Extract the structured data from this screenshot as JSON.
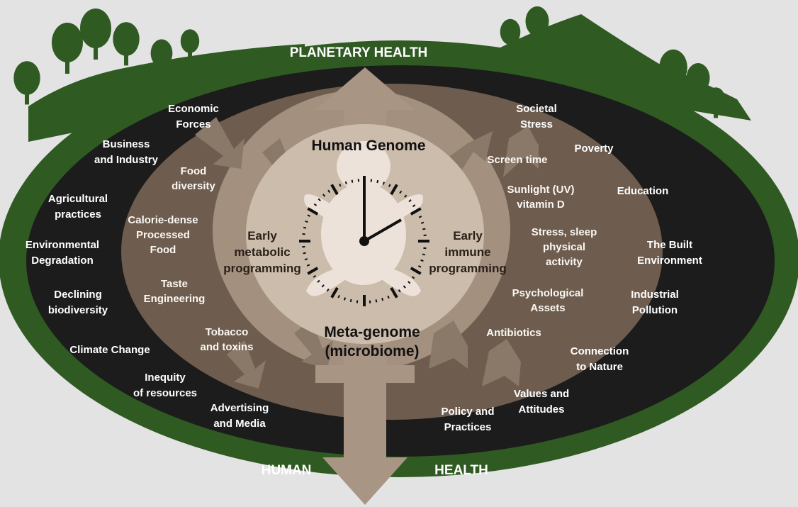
{
  "ring_title": "PLANETARY HEALTH",
  "bottom_title_left": "HUMAN",
  "bottom_title_right": "HEALTH",
  "core": {
    "top": "Human Genome",
    "bottom_line1": "Meta-genome",
    "bottom_line2": "(microbiome)",
    "left": [
      "Early",
      "metabolic",
      "programming"
    ],
    "right": [
      "Early",
      "immune",
      "programming"
    ]
  },
  "outer_left": [
    [
      "Economic",
      "Forces"
    ],
    [
      "Business",
      "and Industry"
    ],
    [
      "Agricultural",
      "practices"
    ],
    [
      "Environmental",
      "Degradation"
    ],
    [
      "Declining",
      "biodiversity"
    ],
    [
      "Climate Change"
    ],
    [
      "Inequity",
      "of resources"
    ],
    [
      "Advertising",
      "and Media"
    ]
  ],
  "outer_right": [
    [
      "Societal",
      "Stress"
    ],
    [
      "Poverty"
    ],
    [
      "Education"
    ],
    [
      "The Built",
      "Environment"
    ],
    [
      "Industrial",
      "Pollution"
    ],
    [
      "Connection",
      "to Nature"
    ],
    [
      "Values and",
      "Attitudes"
    ],
    [
      "Policy and",
      "Practices"
    ]
  ],
  "inner_left": [
    [
      "Food",
      "diversity"
    ],
    [
      "Calorie-dense",
      "Processed",
      "Food"
    ],
    [
      "Taste",
      "Engineering"
    ],
    [
      "Tobacco",
      "and toxins"
    ]
  ],
  "inner_right": [
    [
      "Screen time"
    ],
    [
      "Sunlight (UV)",
      "vitamin D"
    ],
    [
      "Stress, sleep",
      "physical",
      "activity"
    ],
    [
      "Psychological",
      "Assets"
    ],
    [
      "Antibiotics"
    ]
  ],
  "icons": [
    "tree-icon",
    "baby-icon",
    "clock-icon"
  ],
  "colors": {
    "background": "#e3e3e3",
    "planet_green": "#2f5a22",
    "dark_band": "#1c1c1c",
    "brown_band": "#6e5d4f",
    "inner_band": "#a3907f",
    "core": "#d6c7b8",
    "arrow": "#a89584"
  }
}
